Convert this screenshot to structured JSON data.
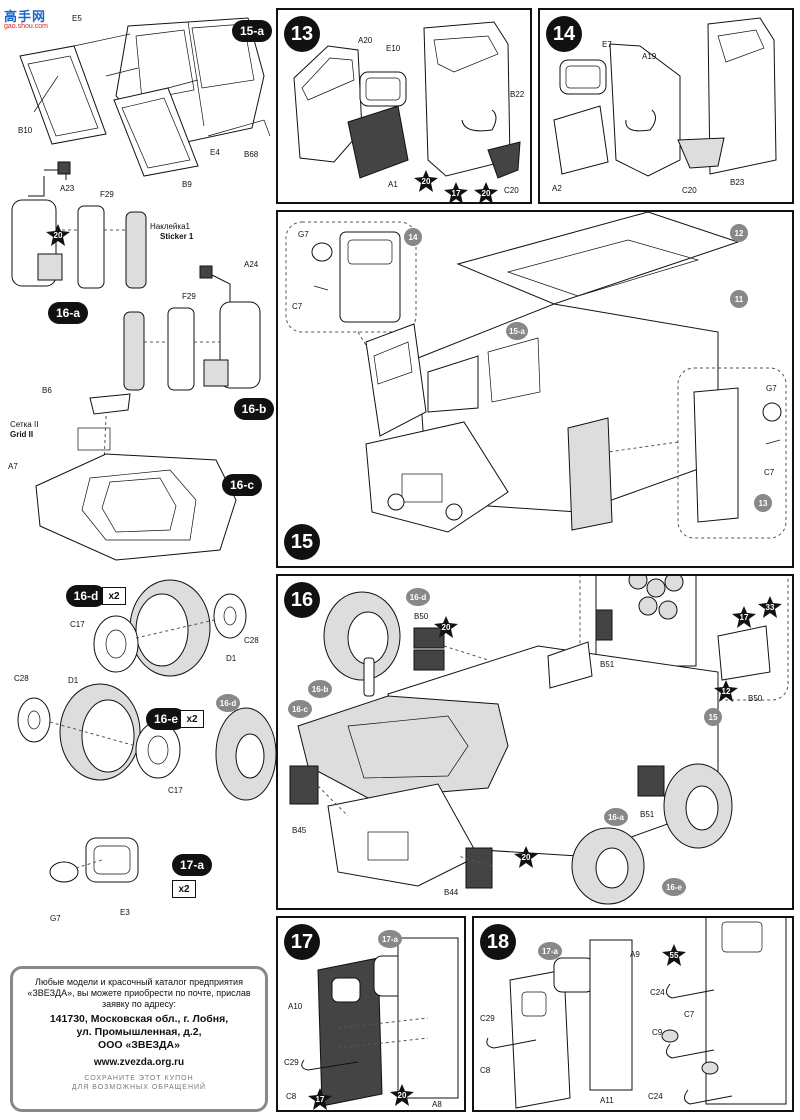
{
  "watermark": {
    "brand": "高手网",
    "url": "gao.shou.com"
  },
  "steps": {
    "s13": "13",
    "s14": "14",
    "s15": "15",
    "s16": "16",
    "s17": "17",
    "s18": "18"
  },
  "subassemblies": {
    "a15": "15-a",
    "a16": "16-a",
    "b16": "16-b",
    "c16": "16-c",
    "d16": "16-d",
    "e16": "16-e",
    "a17": "17-a",
    "x2": "x2",
    "x2b": "x2",
    "x2c": "x2"
  },
  "parts": {
    "E5": "E5",
    "B10": "B10",
    "B9": "B9",
    "E4": "E4",
    "B68": "B68",
    "A23": "A23",
    "F29": "F29",
    "F29b": "F29",
    "A24": "A24",
    "sticker_ru": "Наклейка1",
    "sticker_en": "Sticker 1",
    "B6": "B6",
    "grid_ru": "Сетка II",
    "grid_en": "Grid II",
    "A7": "A7",
    "C17": "C17",
    "C28": "C28",
    "D1": "D1",
    "C28b": "C28",
    "D1b": "D1",
    "C17b": "C17",
    "G7": "G7",
    "E3": "E3",
    "A20": "A20",
    "E10": "E10",
    "A1": "A1",
    "B22": "B22",
    "C20": "C20",
    "E7": "E7",
    "A19": "A19",
    "A2": "A2",
    "C20b": "C20",
    "B23": "B23",
    "G7b": "G7",
    "C7": "C7",
    "G7c": "G7",
    "C7b": "C7",
    "B50": "B50",
    "B51": "B51",
    "B50b": "B50",
    "B45": "B45",
    "B44": "B44",
    "B51b": "B51",
    "A10": "A10",
    "C29": "C29",
    "C8": "C8",
    "A8": "A8",
    "A9": "A9",
    "C29b": "C29",
    "C8b": "C8",
    "A11": "A11",
    "C24": "C24",
    "C7c": "C7",
    "C9": "C9",
    "C24b": "C24"
  },
  "refs": {
    "r14": "14",
    "r12": "12",
    "r11": "11",
    "r13": "13",
    "r15a": "15-a",
    "r16d": "16-d",
    "r16b": "16-b",
    "r16c": "16-c",
    "r16d2": "16-d",
    "r15": "15",
    "r16a": "16-a",
    "r16e": "16-e",
    "r17a": "17-a",
    "r17a2": "17-a"
  },
  "paints": {
    "p20a": "20",
    "p20b": "20",
    "p17a": "17",
    "p20c": "20",
    "p20d": "20",
    "p17b": "17",
    "p33": "33",
    "p12": "12",
    "p20e": "20",
    "p20f": "20",
    "p17c": "17",
    "p55": "55"
  },
  "coupon": {
    "line1": "Любые модели и красочный каталог предприятия «ЗВЕЗДА», вы можете приобрести по почте, прислав заявку по адресу:",
    "addr1": "141730, Московская обл., г. Лобня,",
    "addr2": "ул. Промышленная, д.2,",
    "addr3": "ООО «ЗВЕЗДА»",
    "url": "www.zvezda.org.ru",
    "foot1": "СОХРАНИТЕ ЭТОТ КУПОН",
    "foot2": "ДЛЯ ВОЗМОЖНЫХ ОБРАЩЕНИЙ"
  },
  "colors": {
    "ink": "#111111",
    "ref_gray": "#888888",
    "coupon_border": "#888888"
  }
}
